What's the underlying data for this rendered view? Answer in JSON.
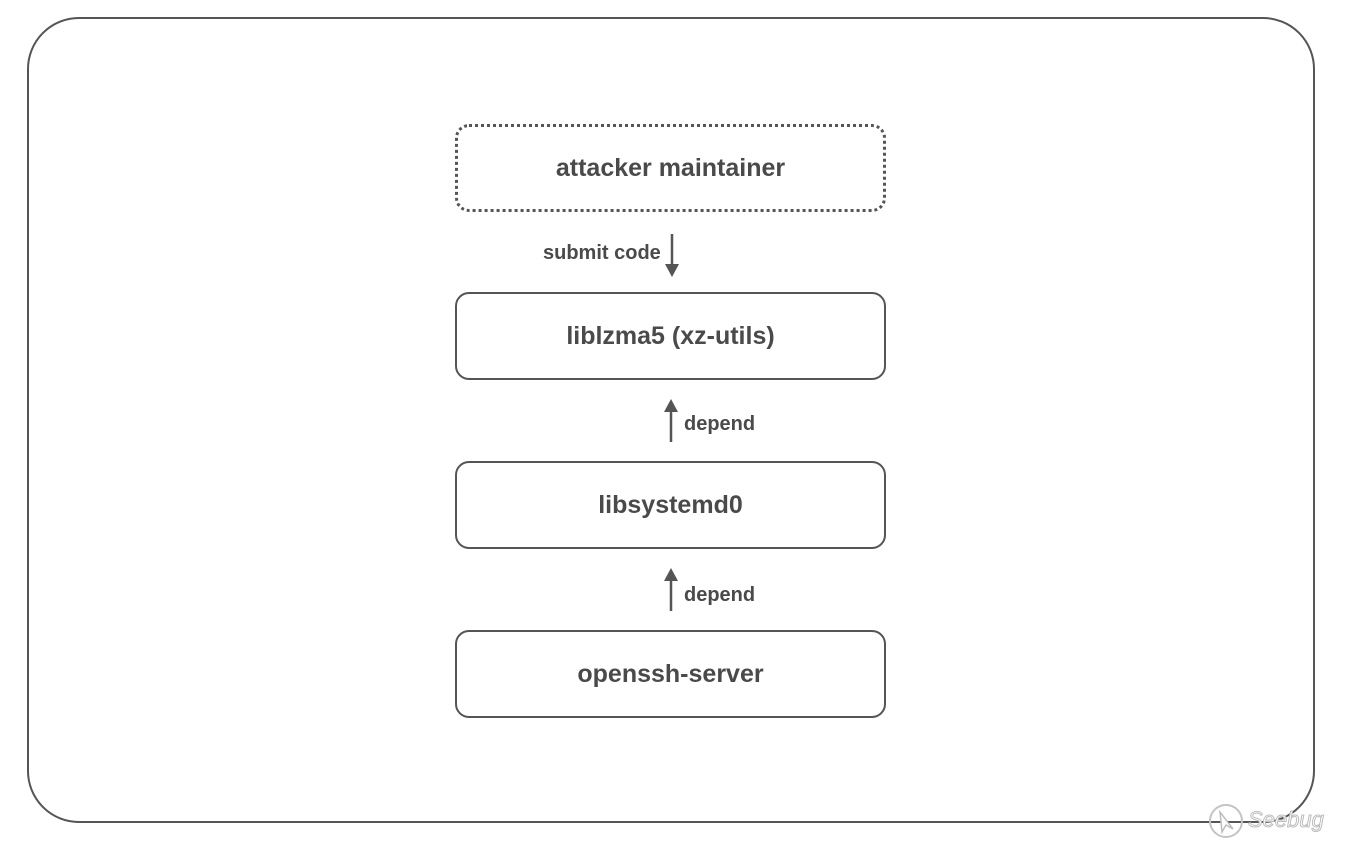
{
  "nodes": {
    "attacker": "attacker maintainer",
    "liblzma": "liblzma5 (xz-utils)",
    "libsystemd": "libsystemd0",
    "openssh": "openssh-server"
  },
  "edges": {
    "submit": "submit code",
    "depend_1": "depend",
    "depend_2": "depend"
  },
  "watermark": {
    "text": "Seebug",
    "icon": "seebug-logo-icon"
  },
  "colors": {
    "stroke": "#555555",
    "text": "#4a4a4a"
  }
}
